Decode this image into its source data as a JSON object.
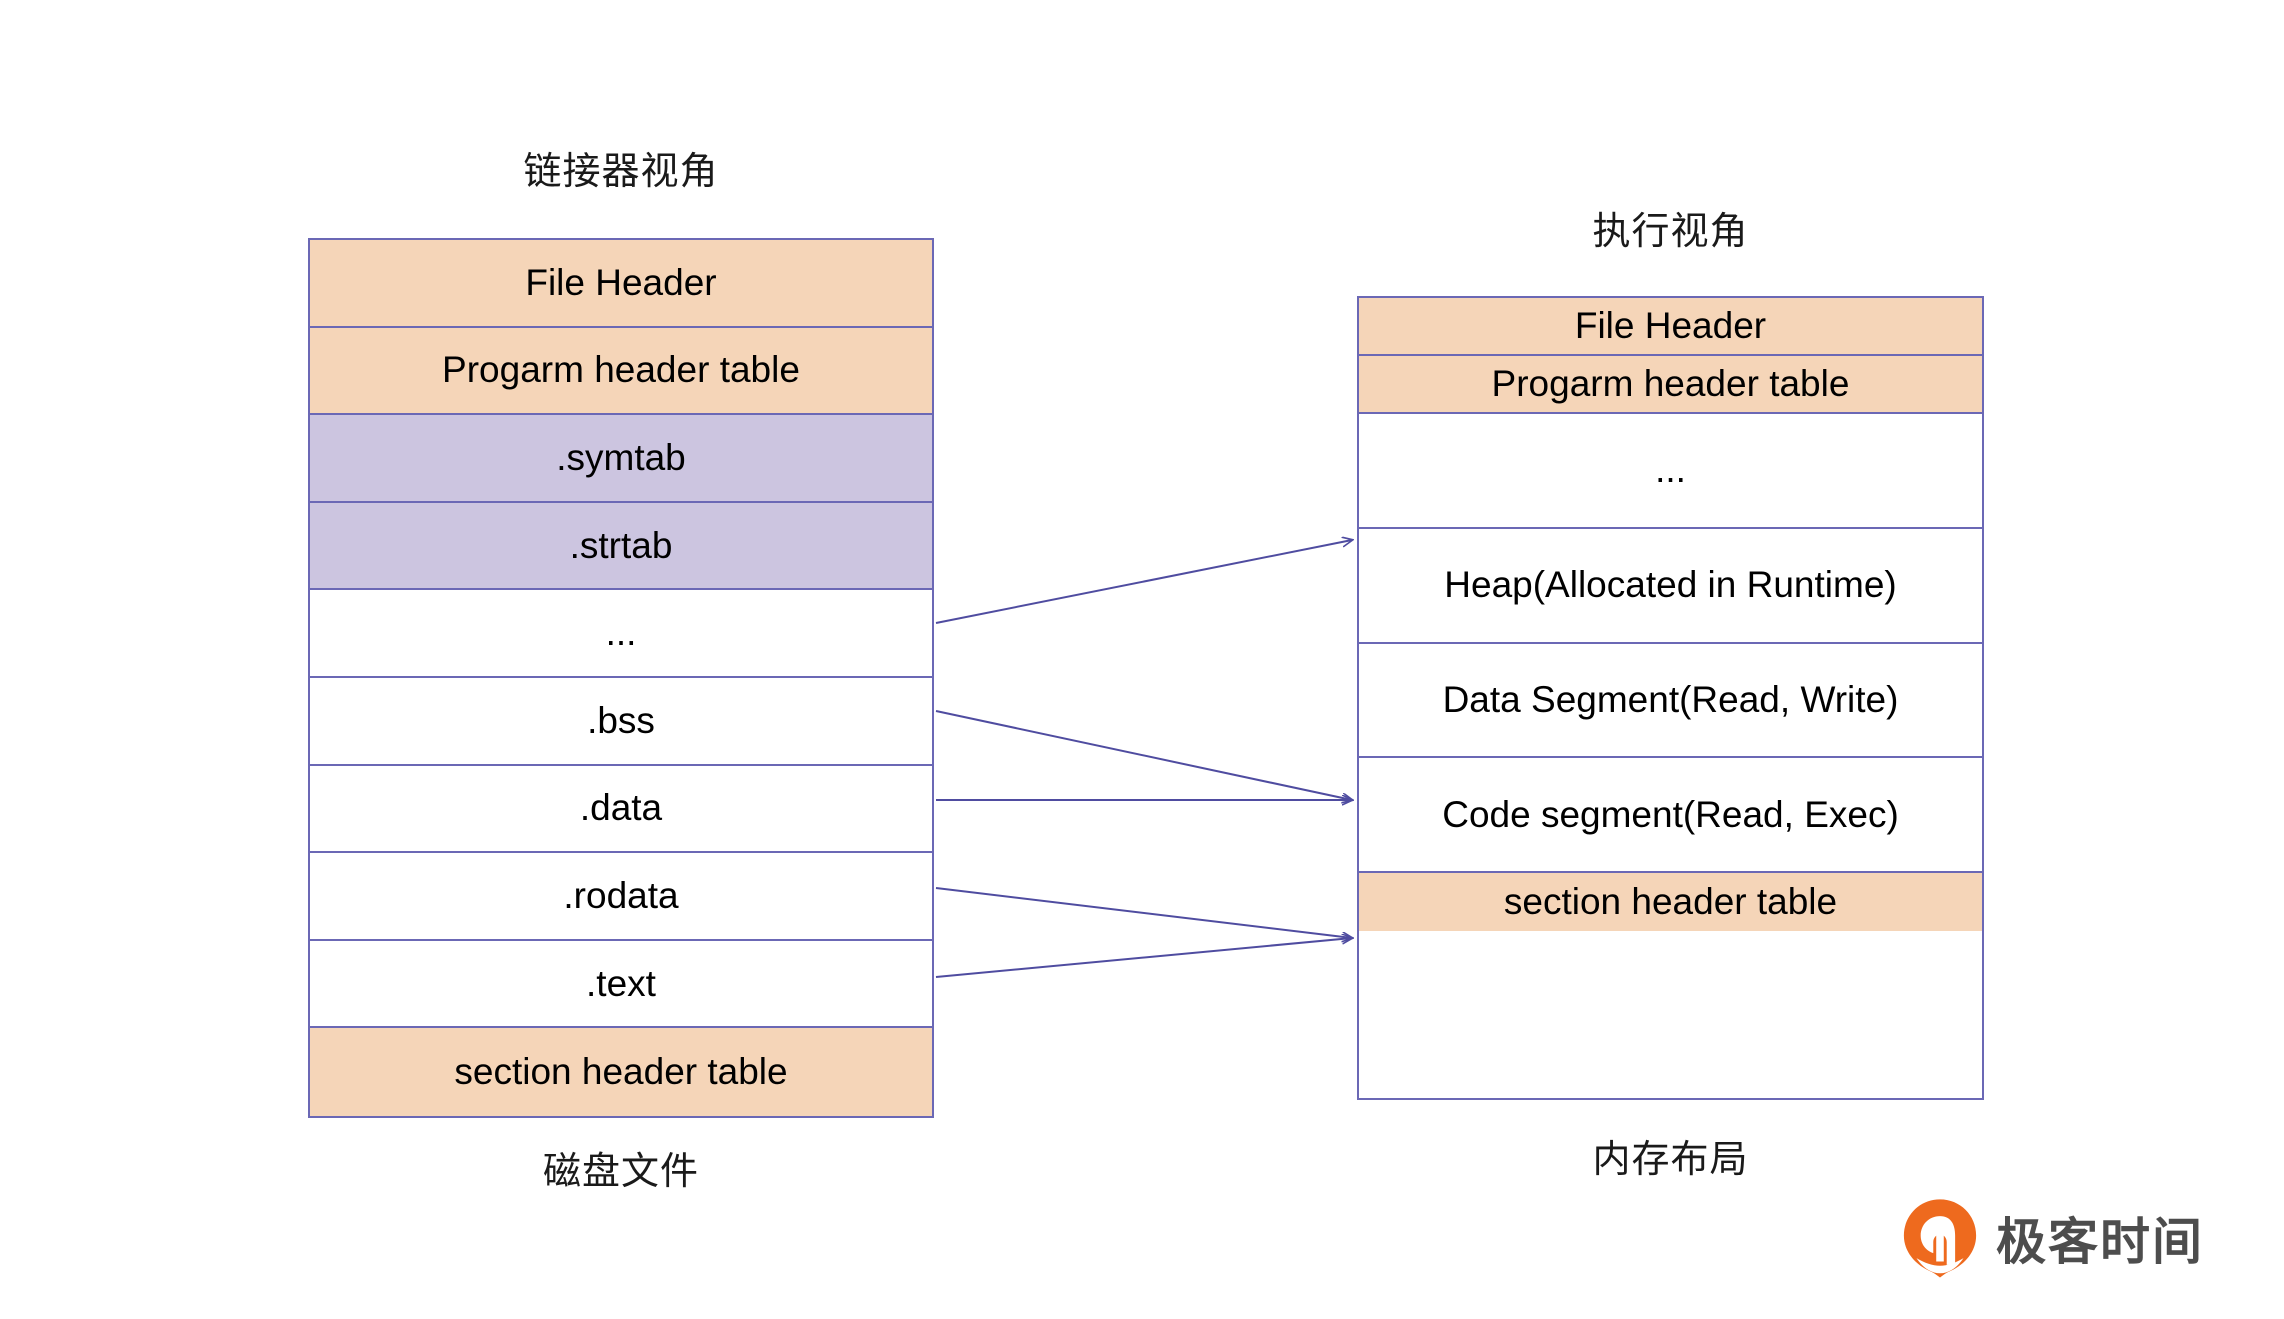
{
  "diagram": {
    "title_left": "链接器视角",
    "title_right": "执行视角",
    "footer_left": "磁盘文件",
    "footer_right": "内存布局"
  },
  "colors": {
    "border": "#6b68b5",
    "fill_orange": "#f5d5b8",
    "fill_purple": "#ccc5e0",
    "fill_white": "#ffffff",
    "arrow": "#4f4ca0",
    "brand_orange": "#ee6a1e",
    "brand_gray": "#4d4d4d"
  },
  "linker_view": {
    "caption": "链接器视角",
    "footer": "磁盘文件",
    "rows": [
      {
        "label": "File Header",
        "fill": "orange"
      },
      {
        "label": "Progarm header table",
        "fill": "orange"
      },
      {
        "label": ".symtab",
        "fill": "purple"
      },
      {
        "label": ".strtab",
        "fill": "purple"
      },
      {
        "label": "...",
        "fill": "white"
      },
      {
        "label": ".bss",
        "fill": "white"
      },
      {
        "label": ".data",
        "fill": "white"
      },
      {
        "label": ".rodata",
        "fill": "white"
      },
      {
        "label": ".text",
        "fill": "white"
      },
      {
        "label": "section header table",
        "fill": "orange"
      }
    ]
  },
  "exec_view": {
    "caption": "执行视角",
    "footer": "内存布局",
    "rows": [
      {
        "label": "File Header",
        "fill": "orange"
      },
      {
        "label": "Progarm header table",
        "fill": "orange"
      },
      {
        "label": "...",
        "fill": "white"
      },
      {
        "label": "Heap(Allocated in Runtime)",
        "fill": "white"
      },
      {
        "label": "Data Segment(Read, Write)",
        "fill": "white"
      },
      {
        "label": "Code segment(Read, Exec)",
        "fill": "white"
      },
      {
        "label": "section header table",
        "fill": "orange"
      }
    ]
  },
  "mappings": [
    {
      "from": "...",
      "to": "..."
    },
    {
      "from": ".bss",
      "to": "Data Segment(Read, Write)"
    },
    {
      "from": ".data",
      "to": "Data Segment(Read, Write)"
    },
    {
      "from": ".rodata",
      "to": "Code segment(Read, Exec)"
    },
    {
      "from": ".text",
      "to": "Code segment(Read, Exec)"
    }
  ],
  "watermark": {
    "text": "极客时间",
    "mark": "geektime-logo-icon"
  }
}
